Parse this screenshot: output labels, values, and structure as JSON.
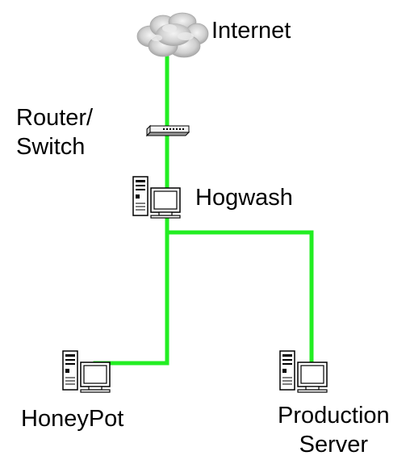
{
  "colors": {
    "link": "#22ee22",
    "background": "#ffffff",
    "text": "#000000"
  },
  "nodes": {
    "internet": {
      "label": "Internet",
      "icon": "cloud-icon"
    },
    "router": {
      "label_line1": "Router/",
      "label_line2": "Switch",
      "icon": "router-switch-icon"
    },
    "hogwash": {
      "label": "Hogwash",
      "icon": "computer-icon"
    },
    "honeypot": {
      "label": "HoneyPot",
      "icon": "computer-icon"
    },
    "production": {
      "label_line1": "Production",
      "label_line2": "Server",
      "icon": "computer-icon"
    }
  }
}
